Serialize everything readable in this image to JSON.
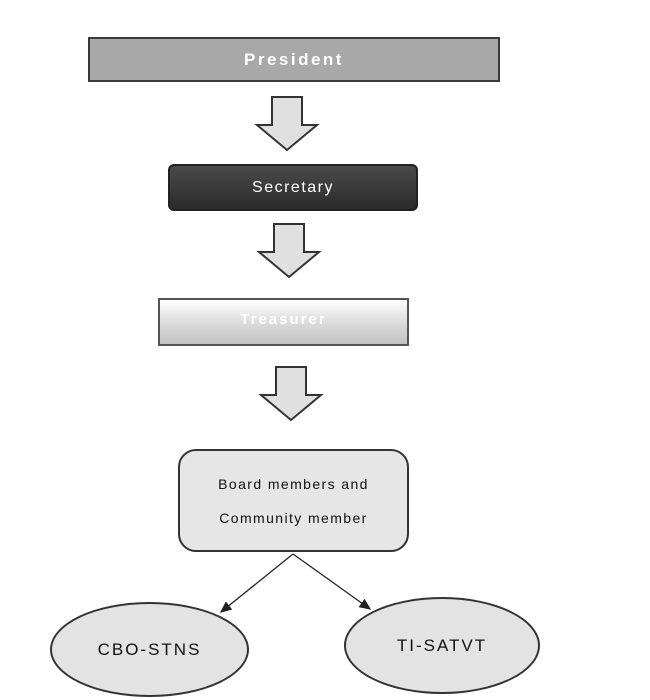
{
  "nodes": {
    "president": "President",
    "secretary": "Secretary",
    "treasurer": "Treasurer",
    "board_line1": "Board members and",
    "board_line2": "Community member",
    "cbo": "CBO-STNS",
    "ti": "TI-SATVT"
  },
  "colors": {
    "president_fill": "#a8a8a8",
    "secretary_fill": "#333333",
    "treasurer_fill": "#d6d6d6",
    "board_fill": "#e6e6e6",
    "ellipse_fill": "#e3e3e3",
    "arrow_fill": "#e0e0e0",
    "outline": "#333333"
  }
}
